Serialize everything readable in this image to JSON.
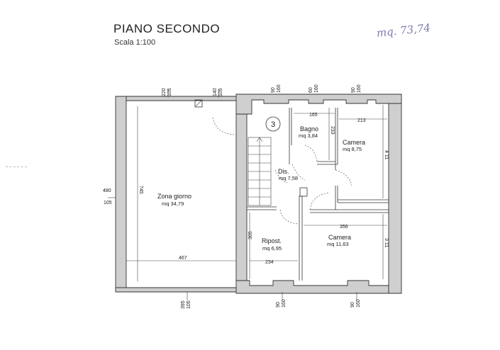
{
  "title": "PIANO SECONDO",
  "scale": "Scala 1:100",
  "handwritten_note": "mq. 73,74",
  "unit_marker": "3",
  "rooms": {
    "zona_giorno": {
      "name": "Zona giorno",
      "area": "mq 34,79"
    },
    "bagno": {
      "name": "Bagno",
      "area": "mq 3,84"
    },
    "camera_top": {
      "name": "Camera",
      "area": "mq 8,75"
    },
    "dis": {
      "name": "Dis.",
      "area": "mq 7,58"
    },
    "ripost": {
      "name": "Ripost.",
      "area": "mq 6,95"
    },
    "camera_bottom": {
      "name": "Camera",
      "area": "mq 11,63"
    }
  },
  "dimensions": {
    "top_window_1": [
      "220",
      "105"
    ],
    "top_window_2": [
      "140",
      "105"
    ],
    "top_window_3": [
      "90",
      "160"
    ],
    "top_window_4": [
      "60",
      "160"
    ],
    "top_window_5": [
      "90",
      "160"
    ],
    "left_window": [
      "480",
      "105"
    ],
    "bottom_window_1": [
      "395",
      "105"
    ],
    "bottom_window_2": [
      "90",
      "160"
    ],
    "bottom_window_3": [
      "90",
      "160"
    ],
    "zona_depth": "745",
    "zona_width": "467",
    "bagno_width": "165",
    "bagno_depth": "233",
    "camera_top_width": "213",
    "camera_top_depth": "4 11",
    "ripost_width": "234",
    "ripost_depth": "305",
    "camera_bottom_width": "356",
    "camera_bottom_depth": "3 11"
  }
}
